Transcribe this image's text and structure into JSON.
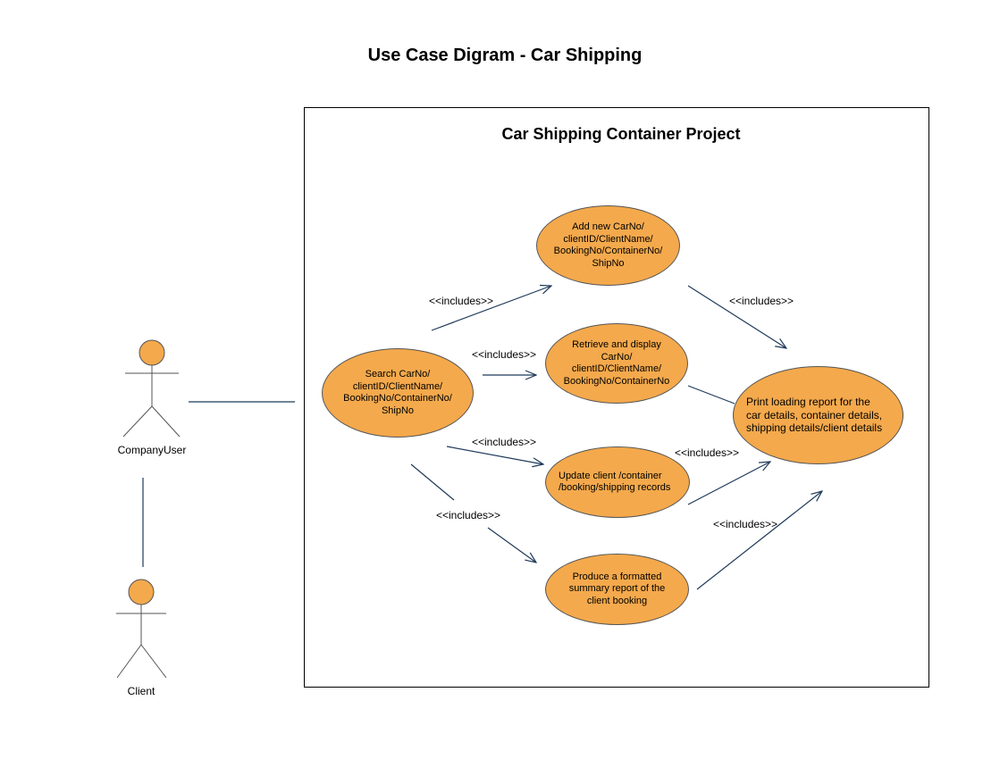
{
  "title": "Use Case Digram - Car Shipping",
  "system": {
    "name": "Car Shipping Container Project"
  },
  "actors": [
    {
      "id": "company_user",
      "label": "CompanyUser"
    },
    {
      "id": "client",
      "label": "Client"
    }
  ],
  "use_cases": [
    {
      "id": "search",
      "text": "Search CarNo/\nclientID/ClientName/\nBookingNo/ContainerNo/\nShipNo"
    },
    {
      "id": "add",
      "text": "Add new CarNo/\nclientID/ClientName/\nBookingNo/ContainerNo/\nShipNo"
    },
    {
      "id": "retrieve",
      "text": "Retrieve and display\nCarNo/\nclientID/ClientName/\nBookingNo/ContainerNo"
    },
    {
      "id": "update",
      "text": "Update  client /container\n/booking/shipping records"
    },
    {
      "id": "produce",
      "text": "Produce a formatted\nsummary report of the\nclient booking"
    },
    {
      "id": "print",
      "text": "Print loading report for the\ncar details, container details,\nshipping details/client details"
    }
  ],
  "relations": [
    {
      "from": "search",
      "to": "add",
      "label": "<<includes>>"
    },
    {
      "from": "search",
      "to": "retrieve",
      "label": "<<includes>>"
    },
    {
      "from": "search",
      "to": "update",
      "label": "<<includes>>"
    },
    {
      "from": "search",
      "to": "produce",
      "label": "<<includes>>"
    },
    {
      "from": "add",
      "to": "print",
      "label": "<<includes>>"
    },
    {
      "from": "retrieve",
      "to": "print",
      "label": ""
    },
    {
      "from": "update",
      "to": "print",
      "label": "<<includes>>"
    },
    {
      "from": "produce",
      "to": "print",
      "label": "<<includes>>"
    }
  ],
  "colors": {
    "use_case_fill": "#f4a94c",
    "actor_head": "#f4a94c",
    "arrow": "#1f3a5a",
    "line": "#1f3a5a"
  }
}
